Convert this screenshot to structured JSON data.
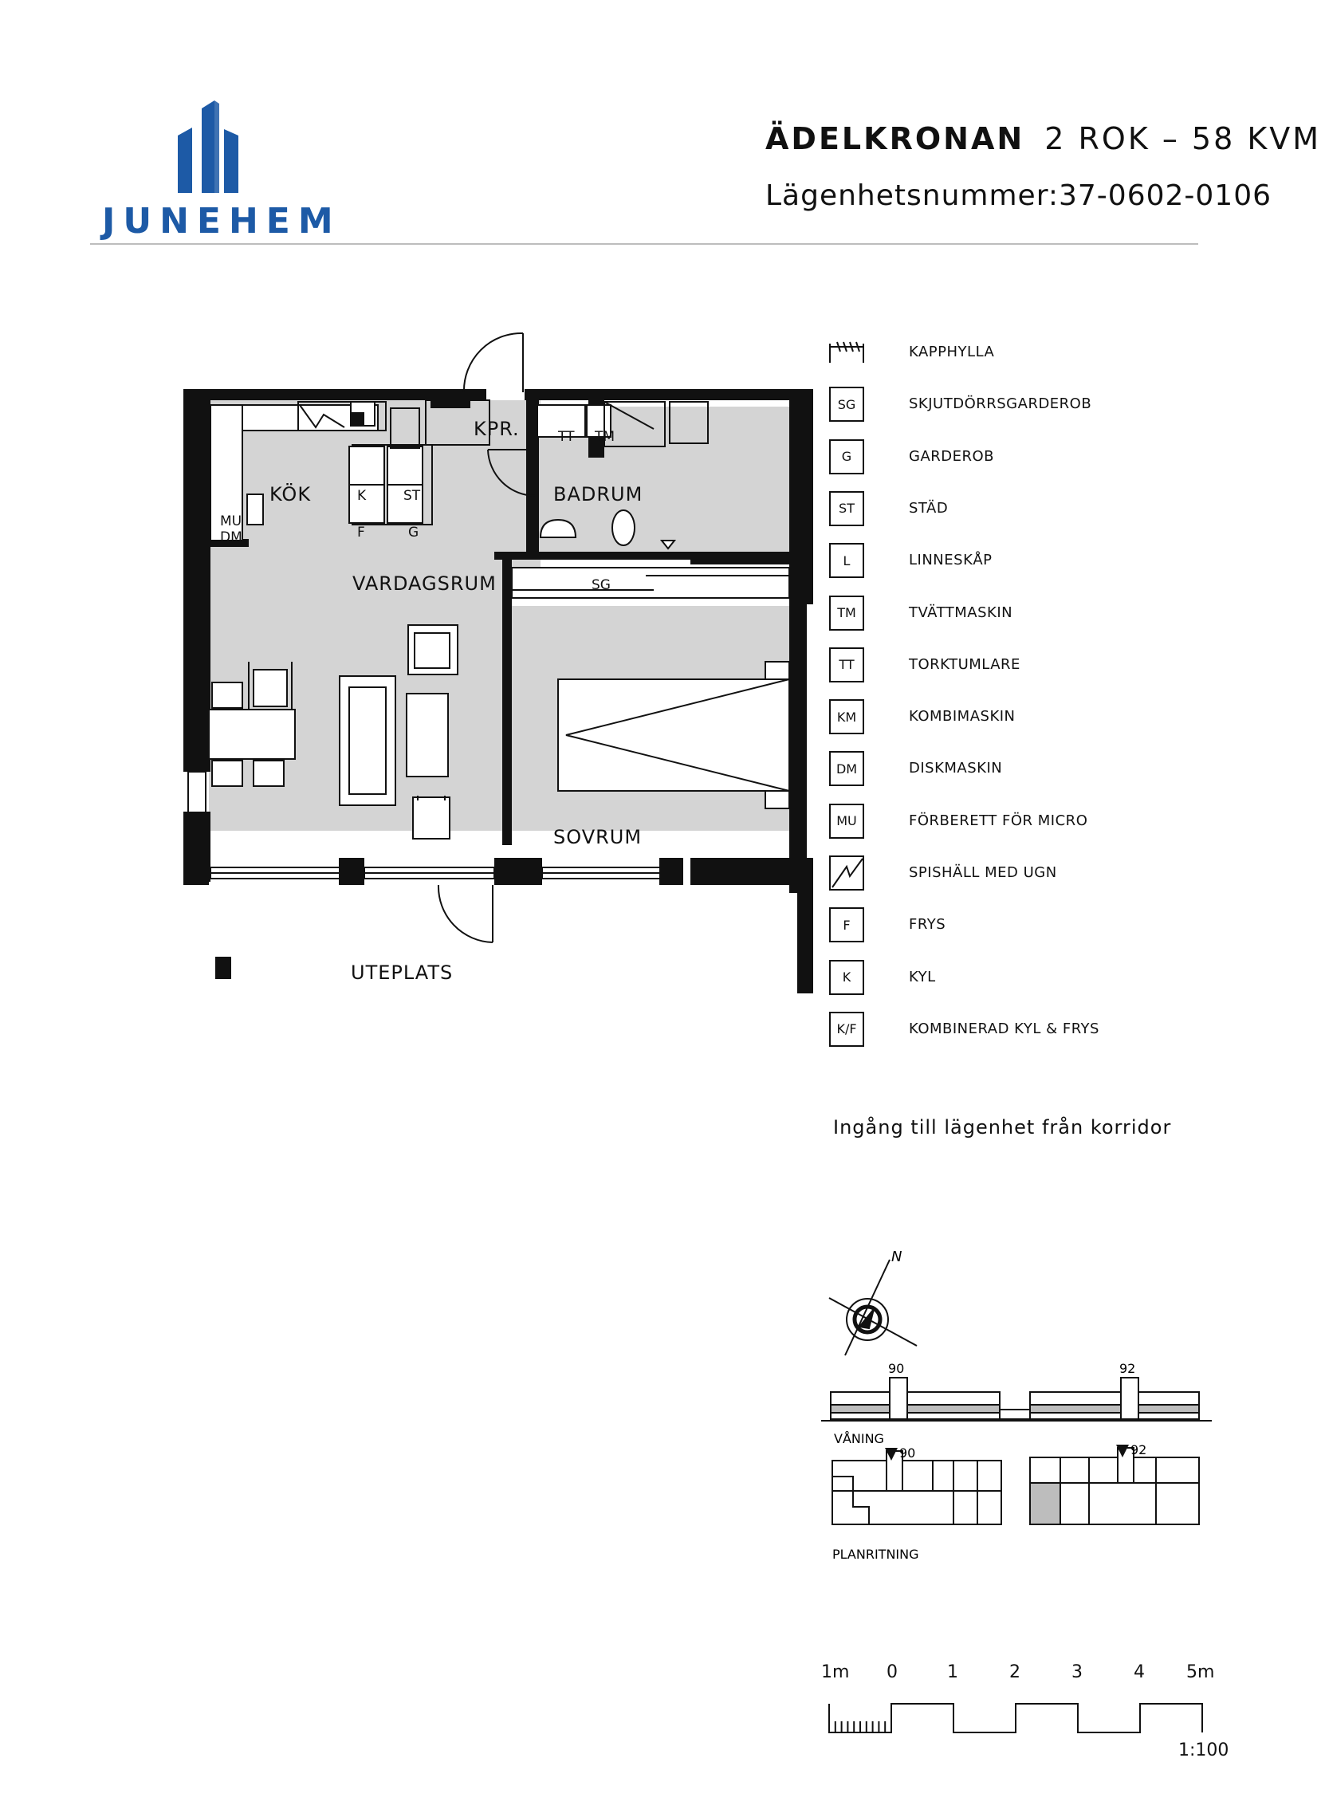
{
  "brand": {
    "name": "JUNEHEM",
    "color": "#1d5aa6"
  },
  "header": {
    "project": "ÄDELKRONAN",
    "spec": "2 ROK – 58 KVM",
    "apartment_number": "Lägenhetsnummer:37-0602-0106"
  },
  "rooms": {
    "kitchen": "KÖK",
    "hall": "KPR.",
    "bathroom": "BADRUM",
    "living": "VARDAGSRUM",
    "bedroom": "SOVRUM",
    "patio": "UTEPLATS"
  },
  "fixtures": {
    "k": "K",
    "st": "ST",
    "f": "F",
    "g": "G",
    "mu": "MU",
    "dm": "DM",
    "tt": "TT",
    "tm": "TM",
    "sg": "SG"
  },
  "legend": [
    {
      "code": "",
      "label": "KAPPHYLLA",
      "icon": "hanger-rail-icon"
    },
    {
      "code": "SG",
      "label": "SKJUTDÖRRSGARDEROB"
    },
    {
      "code": "G",
      "label": "GARDEROB"
    },
    {
      "code": "ST",
      "label": "STÄD"
    },
    {
      "code": "L",
      "label": "LINNESKÅP"
    },
    {
      "code": "TM",
      "label": "TVÄTTMASKIN"
    },
    {
      "code": "TT",
      "label": "TORKTUMLARE"
    },
    {
      "code": "KM",
      "label": "KOMBIMASKIN"
    },
    {
      "code": "DM",
      "label": "DISKMASKIN"
    },
    {
      "code": "MU",
      "label": "FÖRBERETT FÖR MICRO"
    },
    {
      "code": "",
      "label": "SPISHÄLL MED UGN",
      "icon": "stove-icon"
    },
    {
      "code": "F",
      "label": "FRYS"
    },
    {
      "code": "K",
      "label": "KYL"
    },
    {
      "code": "K/F",
      "label": "KOMBINERAD KYL & FRYS"
    }
  ],
  "entrance_note": "Ingång till lägenhet från korridor",
  "key_plan": {
    "north": "N",
    "marker_left": "90",
    "marker_right": "92",
    "floor_label": "VÅNING",
    "plan_label": "PLANRITNING"
  },
  "scale_bar": {
    "labels": [
      "1m",
      "0",
      "1",
      "2",
      "3",
      "4",
      "5m"
    ],
    "ratio": "1:100"
  }
}
